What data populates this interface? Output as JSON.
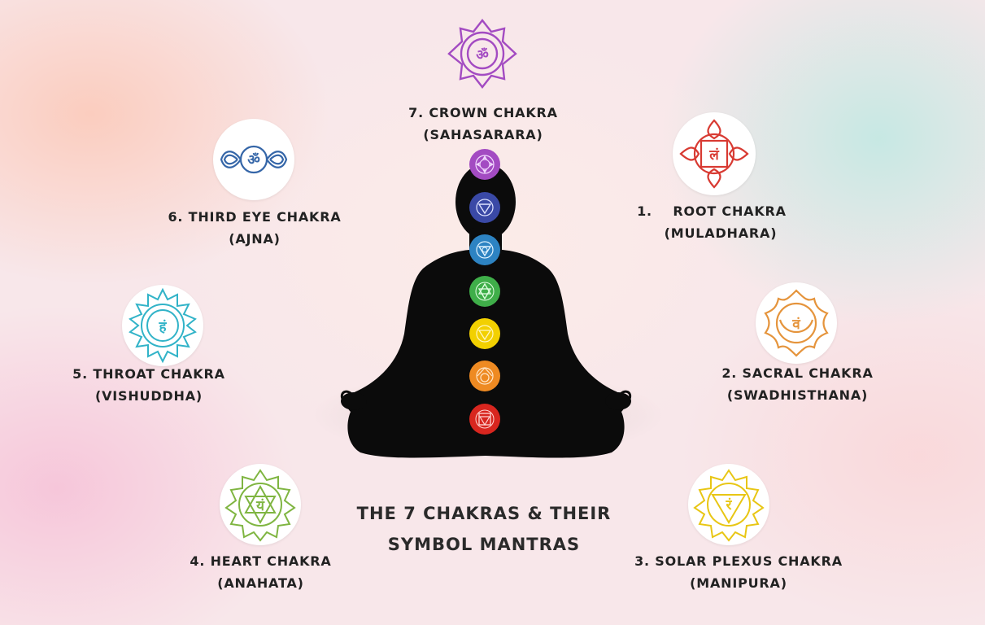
{
  "title": {
    "line1": "THE 7 CHAKRAS & THEIR",
    "line2": "SYMBOL MANTRAS"
  },
  "chakras": [
    {
      "number": "1.",
      "name": "ROOT CHAKRA",
      "sanskrit": "(MULADHARA)",
      "color": "#d83a32",
      "mantra": "लं"
    },
    {
      "number": "2.",
      "name": "SACRAL CHAKRA",
      "sanskrit": "(SWADHISTHANA)",
      "color": "#e5943c",
      "mantra": "वं"
    },
    {
      "number": "3.",
      "name": "SOLAR PLEXUS CHAKRA",
      "sanskrit": "(MANIPURA)",
      "color": "#e8c614",
      "mantra": "रं"
    },
    {
      "number": "4.",
      "name": "HEART CHAKRA",
      "sanskrit": "(ANAHATA)",
      "color": "#7fb541",
      "mantra": "यं"
    },
    {
      "number": "5.",
      "name": "THROAT CHAKRA",
      "sanskrit": "(VISHUDDHA)",
      "color": "#31b3c8",
      "mantra": "हं"
    },
    {
      "number": "6.",
      "name": "THIRD EYE CHAKRA",
      "sanskrit": "(AJNA)",
      "color": "#3566a8",
      "mantra": "ॐ"
    },
    {
      "number": "7.",
      "name": "CROWN CHAKRA",
      "sanskrit": "(SAHASARARA)",
      "color": "#a34bc2",
      "mantra": "ॐ"
    }
  ]
}
